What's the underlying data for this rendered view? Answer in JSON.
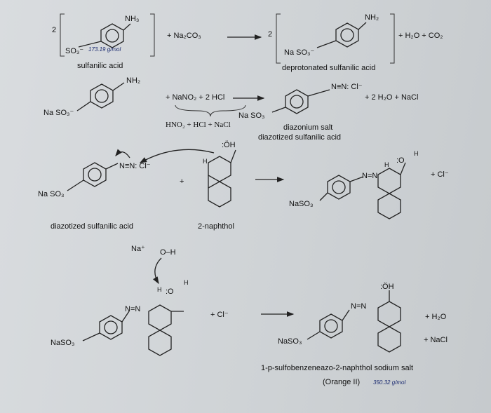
{
  "labels": {
    "sulfanilic_acid": "sulfanilic acid",
    "deprotonated": "deprotonated sulfanilic acid",
    "diazonium_salt": "diazonium salt",
    "diazotized_1": "diazotized sulfanilic acid",
    "diazotized_2": "diazotized sulfanilic acid",
    "naphthol": "2-naphthol",
    "product_name": "1-p-sulfobenzeneazo-2-naphthol sodium salt",
    "product_common": "(Orange II)"
  },
  "reagents": {
    "coef_left": "2",
    "coef_right": "2",
    "na2co3": "+ Na₂CO₃",
    "h2o_co2": "+ H₂O + CO₂",
    "nano2_hcl": "+ NaNO₂ + 2 HCl",
    "hno2_line": "HNO₂ + HCl + NaCl",
    "h2o_nacl": "+ 2 H₂O + NaCl",
    "plus_cl_1": "+ Cl⁻",
    "plus_cl_2": "+ Cl⁻",
    "plus_h2o": "+ H₂O",
    "plus_nacl": "+ NaCl",
    "plus_center": "+"
  },
  "groups": {
    "nh3": "NH₃",
    "so3_minus": "SO₃⁻",
    "nh2_a": "NH₂",
    "naso3_a": "Na SO₃⁻",
    "nh2_b": "NH₂",
    "naso3_b": "Na SO₃⁻",
    "diazo_b": "N≡N: Cl⁻",
    "naso3_c": "Na SO₃",
    "diazo_c": "N≡N: Cl⁻",
    "naso3_d": "Na SO₃",
    "oh_d": ":ÖH",
    "h_d": "H",
    "naso3_e": "NaSO₃",
    "nn_e": "N=N",
    "h_e": "H",
    "oh_e": ":O",
    "h_e2": "H",
    "cl_e": "+ Cl⁻",
    "na_f": "Na⁺",
    "oh_f": "O–H",
    "naso3_f": "NaSO₃",
    "nn_f": "N=N",
    "h_f": "H",
    "o_f": ":O",
    "h_f2": "H",
    "naso3_g": "NaSO₃",
    "nn_g": "N=N",
    "oh_g": ":ÖH"
  },
  "handwritten": {
    "mw1": "173.19 g/mol",
    "mw2": "350.32 g/mol"
  }
}
